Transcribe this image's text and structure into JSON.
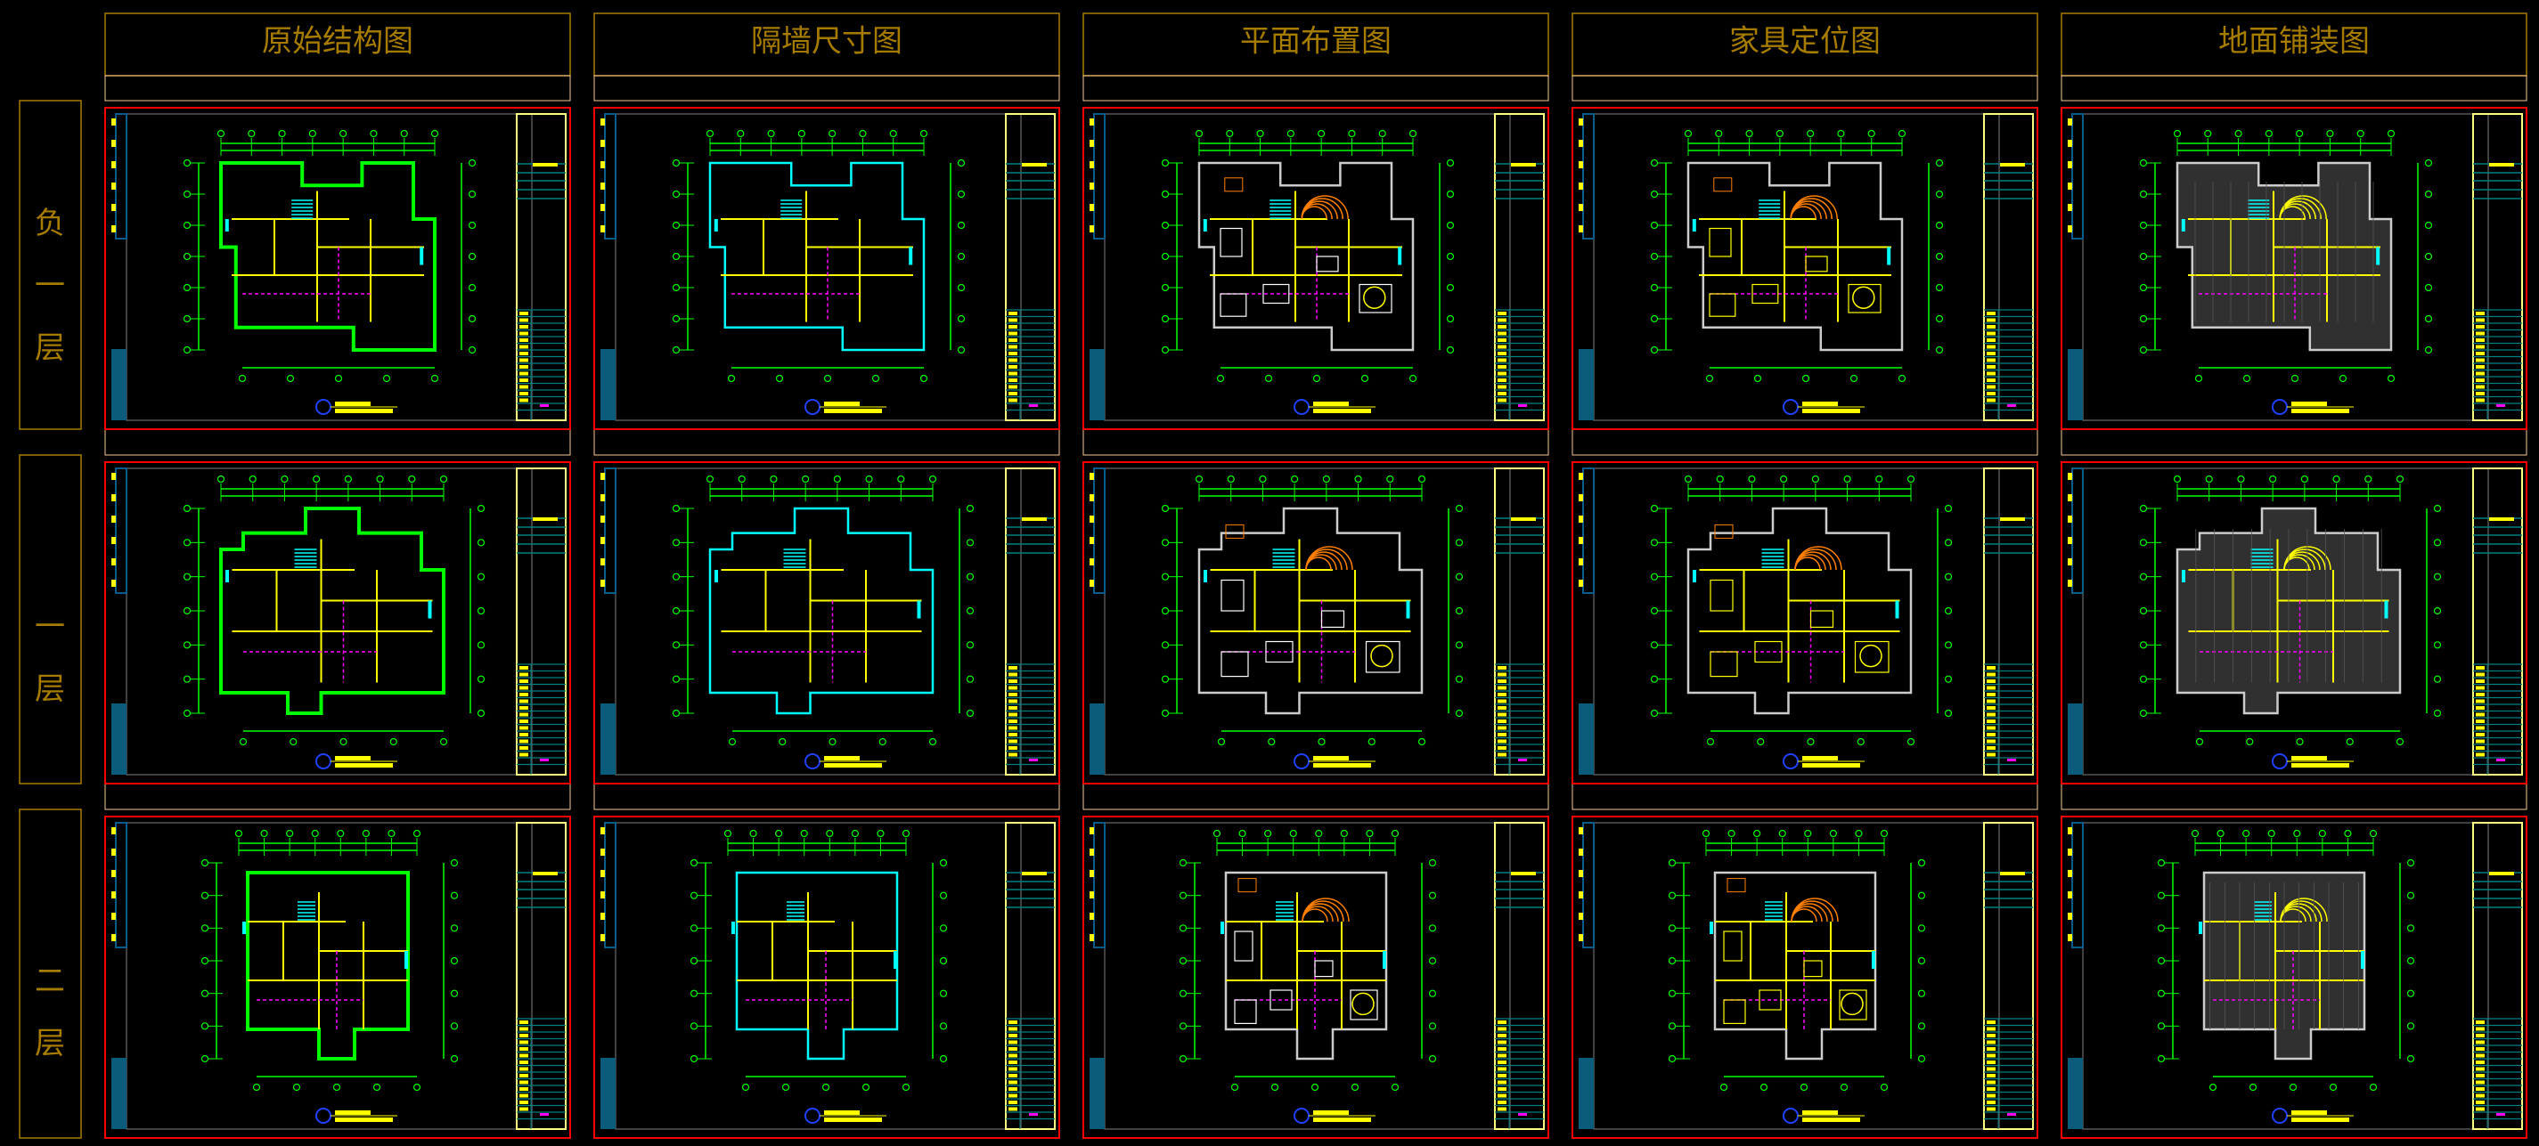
{
  "column_headers": [
    "原始结构图",
    "隔墙尺寸图",
    "平面布置图",
    "家具定位图",
    "地面铺装图"
  ],
  "row_labels": [
    "负一层",
    "一层",
    "二层"
  ],
  "colors": {
    "background": "#000000",
    "header_text": "#a67c00",
    "frame_red": "#ff0000",
    "grid_peach": "#f5c896",
    "wall_yellow": "#ffff00",
    "dimension_green": "#00ff00",
    "magenta": "#ff00ff",
    "cyan": "#00ffff",
    "titleblock_teal": "#008080",
    "stair_orange": "#ff7f00"
  }
}
